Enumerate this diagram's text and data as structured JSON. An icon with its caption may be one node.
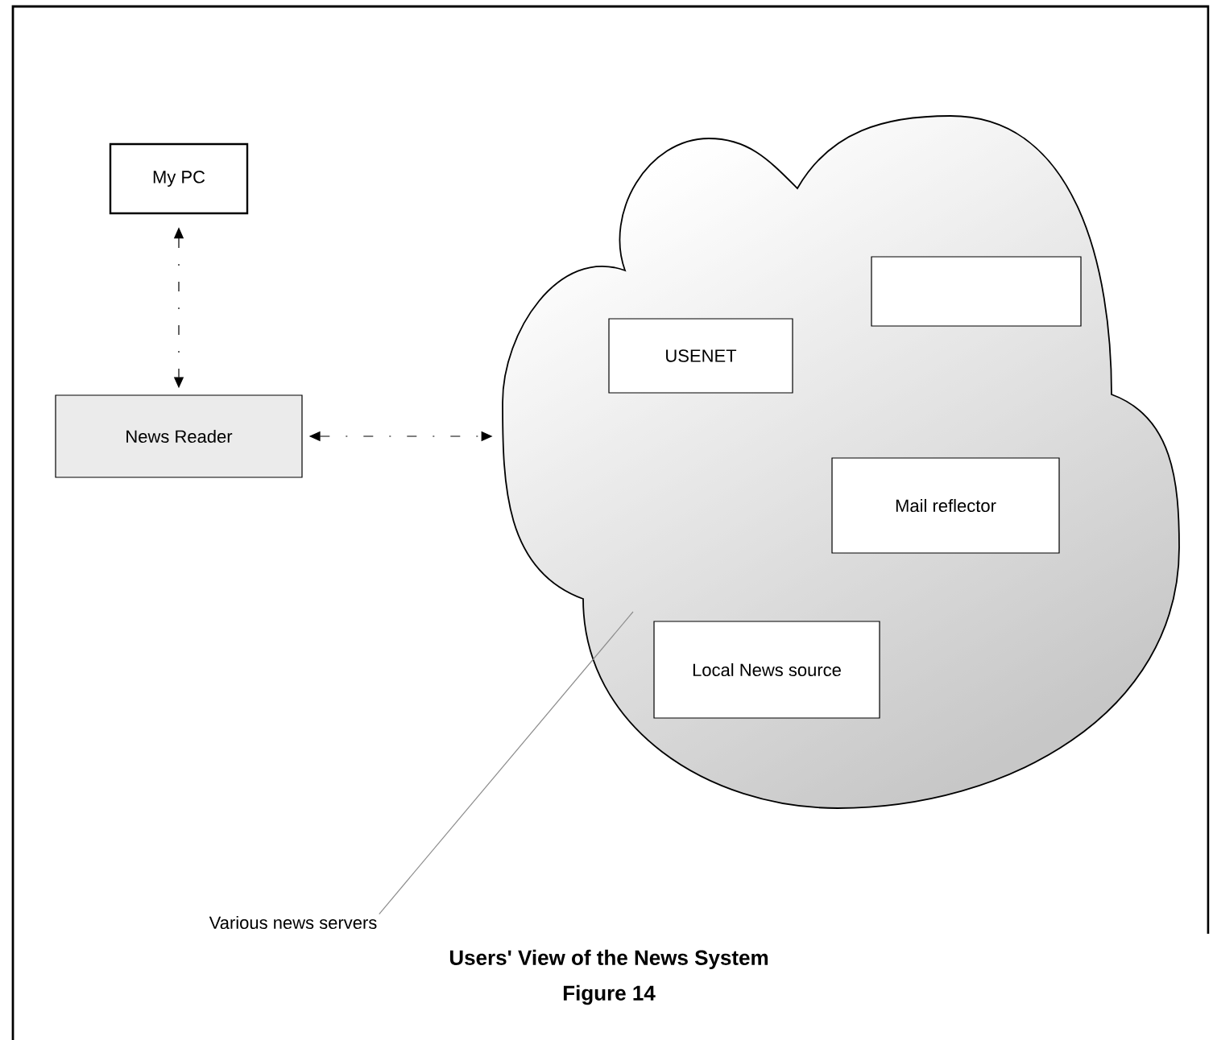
{
  "diagram": {
    "title": "Users' View of the News System",
    "caption": "Figure 14",
    "nodes": [
      {
        "text": [
          "My PC"
        ]
      },
      {
        "text": [
          "News Reader"
        ]
      },
      {
        "text": [],
        "shape": "cloud"
      },
      {
        "text": [
          "USENET"
        ],
        "in": 2
      },
      {
        "text": [],
        "shape": "box",
        "in": 2
      },
      {
        "text": [
          "Mail reflector"
        ],
        "in": 2
      },
      {
        "text": [
          "Local News source"
        ],
        "in": 2
      },
      {
        "text": [
          "Various news servers"
        ]
      }
    ],
    "edges": [
      {
        "from": 0,
        "to": 1,
        "arrow": "both",
        "style": "dashed"
      },
      {
        "from": 1,
        "to": 2,
        "arrow": "both",
        "style": "dashed"
      },
      {
        "from": 7,
        "to": 2,
        "arrow": "none",
        "color": "#8c8c8c"
      }
    ]
  }
}
